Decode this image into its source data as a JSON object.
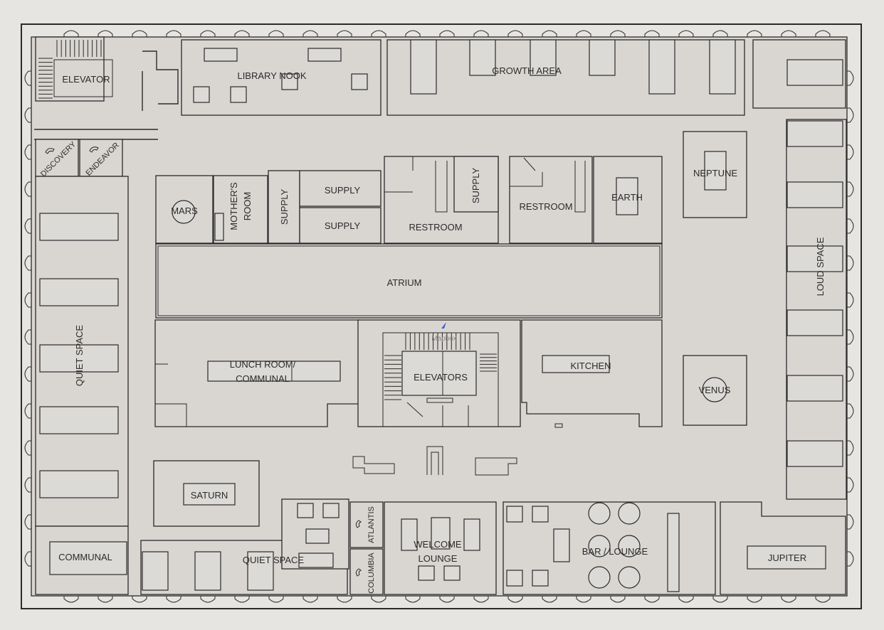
{
  "map": {
    "attribution": "Mapbox",
    "colors": {
      "background": "#e6e5e1",
      "floor": "#d9d6d2",
      "line": "#2b2b2b",
      "marker": "#3b5bdb"
    },
    "rooms": {
      "elevator": "ELEVATOR",
      "library_nook": "LIBRARY NOOK",
      "growth_area": "GROWTH AREA",
      "discovery": "DISCOVERY",
      "endeavor": "ENDEAVOR",
      "mars": "MARS",
      "mothers_room_1": "MOTHER'S",
      "mothers_room_2": "ROOM",
      "supply_a": "SUPPLY",
      "supply_b": "SUPPLY",
      "supply_c": "SUPPLY",
      "supply_d": "SUPPLY",
      "restroom_a": "RESTROOM",
      "restroom_b": "RESTROOM",
      "earth": "EARTH",
      "neptune": "NEPTUNE",
      "loud_space": "LOUD SPACE",
      "atrium": "ATRIUM",
      "quiet_space_left": "QUIET SPACE",
      "lunch_room_1": "LUNCH ROOM/",
      "lunch_room_2": "COMMUNAL",
      "elevators": "ELEVATORS",
      "kitchen": "KITCHEN",
      "venus": "VENUS",
      "saturn": "SATURN",
      "communal": "COMMUNAL",
      "quiet_space_bottom": "QUIET SPACE",
      "atlantis": "ATLANTIS",
      "columbia": "COLUMBIA",
      "welcome_lounge_1": "WELCOME",
      "welcome_lounge_2": "LOUNGE",
      "bar_lounge": "BAR / LOUNGE",
      "jupiter": "JUPITER"
    }
  }
}
